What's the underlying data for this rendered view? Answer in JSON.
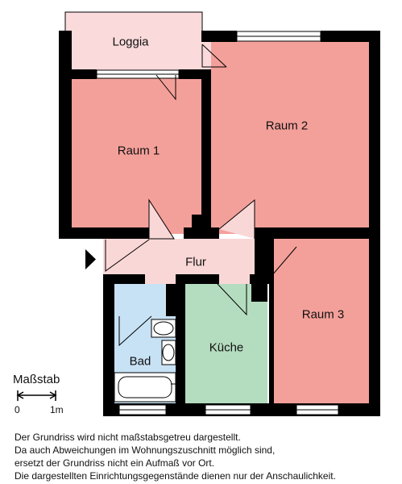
{
  "rooms": {
    "loggia": "Loggia",
    "raum1": "Raum 1",
    "raum2": "Raum 2",
    "raum3": "Raum 3",
    "flur": "Flur",
    "bad": "Bad",
    "kueche": "Küche"
  },
  "scale": {
    "title": "Maßstab",
    "start": "0",
    "end": "1m"
  },
  "notes": [
    "Der Grundriss wird nicht maßstabsgetreu dargestellt.",
    "Da auch Abweichungen im Wohnungszuschnitt möglich sind,",
    "ersetzt der Grundriss nicht ein Aufmaß vor Ort.",
    "Die dargestellten Einrichtungsgegenstände dienen nur der Anschaulichkeit."
  ],
  "colors": {
    "room": "#f4a09a",
    "flur": "#fad7d7",
    "loggia": "#fadadb",
    "bad": "#c8e2f5",
    "kueche": "#b4dcbe",
    "wall": "#000000"
  }
}
